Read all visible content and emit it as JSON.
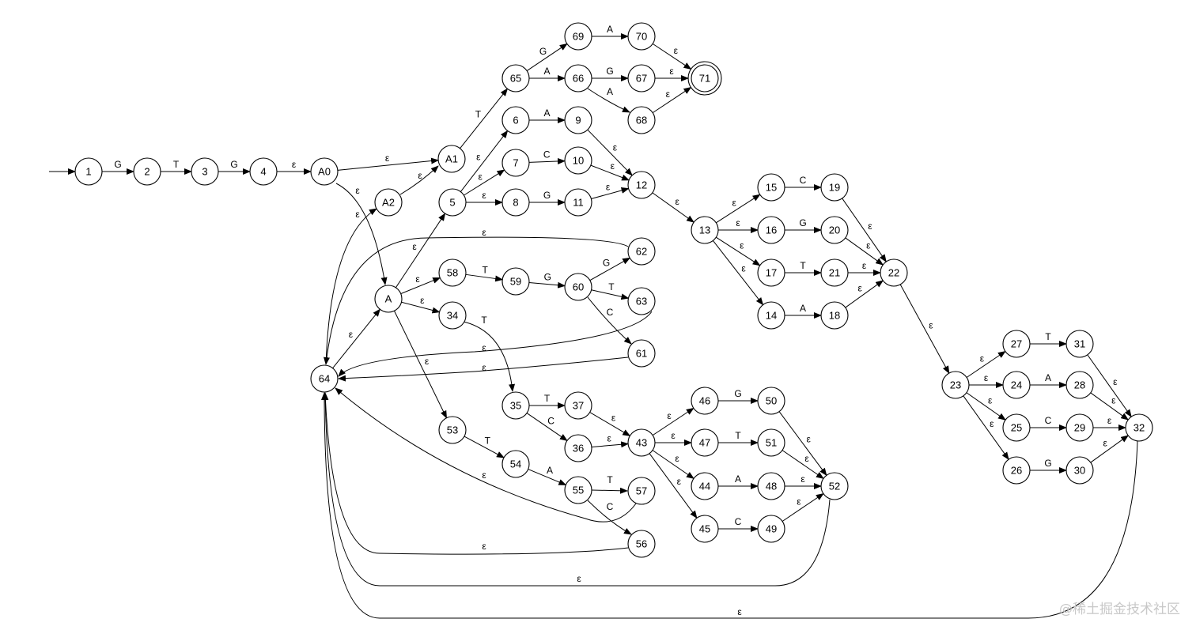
{
  "watermark": "@稀土掘金技术社区",
  "colors": {
    "stroke": "#000000",
    "fill": "#ffffff",
    "watermark": "#c8c8c8"
  },
  "nodes": [
    {
      "id": "1",
      "label": "1"
    },
    {
      "id": "2",
      "label": "2"
    },
    {
      "id": "3",
      "label": "3"
    },
    {
      "id": "4",
      "label": "4"
    },
    {
      "id": "A0",
      "label": "A0"
    },
    {
      "id": "A1",
      "label": "A1"
    },
    {
      "id": "A2",
      "label": "A2"
    },
    {
      "id": "A",
      "label": "A"
    },
    {
      "id": "5",
      "label": "5"
    },
    {
      "id": "6",
      "label": "6"
    },
    {
      "id": "7",
      "label": "7"
    },
    {
      "id": "8",
      "label": "8"
    },
    {
      "id": "9",
      "label": "9"
    },
    {
      "id": "10",
      "label": "10"
    },
    {
      "id": "11",
      "label": "11"
    },
    {
      "id": "12",
      "label": "12"
    },
    {
      "id": "13",
      "label": "13"
    },
    {
      "id": "14",
      "label": "14"
    },
    {
      "id": "15",
      "label": "15"
    },
    {
      "id": "16",
      "label": "16"
    },
    {
      "id": "17",
      "label": "17"
    },
    {
      "id": "18",
      "label": "18"
    },
    {
      "id": "19",
      "label": "19"
    },
    {
      "id": "20",
      "label": "20"
    },
    {
      "id": "21",
      "label": "21"
    },
    {
      "id": "22",
      "label": "22"
    },
    {
      "id": "23",
      "label": "23"
    },
    {
      "id": "24",
      "label": "24"
    },
    {
      "id": "25",
      "label": "25"
    },
    {
      "id": "26",
      "label": "26"
    },
    {
      "id": "27",
      "label": "27"
    },
    {
      "id": "28",
      "label": "28"
    },
    {
      "id": "29",
      "label": "29"
    },
    {
      "id": "30",
      "label": "30"
    },
    {
      "id": "31",
      "label": "31"
    },
    {
      "id": "32",
      "label": "32"
    },
    {
      "id": "34",
      "label": "34"
    },
    {
      "id": "35",
      "label": "35"
    },
    {
      "id": "36",
      "label": "36"
    },
    {
      "id": "37",
      "label": "37"
    },
    {
      "id": "43",
      "label": "43"
    },
    {
      "id": "44",
      "label": "44"
    },
    {
      "id": "45",
      "label": "45"
    },
    {
      "id": "46",
      "label": "46"
    },
    {
      "id": "47",
      "label": "47"
    },
    {
      "id": "48",
      "label": "48"
    },
    {
      "id": "49",
      "label": "49"
    },
    {
      "id": "50",
      "label": "50"
    },
    {
      "id": "51",
      "label": "51"
    },
    {
      "id": "52",
      "label": "52"
    },
    {
      "id": "53",
      "label": "53"
    },
    {
      "id": "54",
      "label": "54"
    },
    {
      "id": "55",
      "label": "55"
    },
    {
      "id": "56",
      "label": "56"
    },
    {
      "id": "57",
      "label": "57"
    },
    {
      "id": "58",
      "label": "58"
    },
    {
      "id": "59",
      "label": "59"
    },
    {
      "id": "60",
      "label": "60"
    },
    {
      "id": "61",
      "label": "61"
    },
    {
      "id": "62",
      "label": "62"
    },
    {
      "id": "63",
      "label": "63"
    },
    {
      "id": "64",
      "label": "64"
    },
    {
      "id": "65",
      "label": "65"
    },
    {
      "id": "66",
      "label": "66"
    },
    {
      "id": "67",
      "label": "67"
    },
    {
      "id": "68",
      "label": "68"
    },
    {
      "id": "69",
      "label": "69"
    },
    {
      "id": "70",
      "label": "70"
    },
    {
      "id": "71",
      "label": "71",
      "accepting": true
    }
  ],
  "edges": [
    {
      "from": "start",
      "to": "1",
      "label": ""
    },
    {
      "from": "1",
      "to": "2",
      "label": "G"
    },
    {
      "from": "2",
      "to": "3",
      "label": "T"
    },
    {
      "from": "3",
      "to": "4",
      "label": "G"
    },
    {
      "from": "4",
      "to": "A0",
      "label": "ε"
    },
    {
      "from": "A0",
      "to": "A1",
      "label": "ε"
    },
    {
      "from": "A0",
      "to": "A",
      "label": "ε"
    },
    {
      "from": "A2",
      "to": "A1",
      "label": "ε"
    },
    {
      "from": "A1",
      "to": "65",
      "label": "T"
    },
    {
      "from": "65",
      "to": "69",
      "label": "G"
    },
    {
      "from": "65",
      "to": "66",
      "label": "A"
    },
    {
      "from": "69",
      "to": "70",
      "label": "A"
    },
    {
      "from": "66",
      "to": "67",
      "label": "G"
    },
    {
      "from": "66",
      "to": "68",
      "label": "A"
    },
    {
      "from": "70",
      "to": "71",
      "label": "ε"
    },
    {
      "from": "67",
      "to": "71",
      "label": "ε"
    },
    {
      "from": "68",
      "to": "71",
      "label": "ε"
    },
    {
      "from": "A",
      "to": "5",
      "label": "ε"
    },
    {
      "from": "5",
      "to": "6",
      "label": "ε"
    },
    {
      "from": "5",
      "to": "7",
      "label": "ε"
    },
    {
      "from": "5",
      "to": "8",
      "label": "ε"
    },
    {
      "from": "6",
      "to": "9",
      "label": "A"
    },
    {
      "from": "7",
      "to": "10",
      "label": "C"
    },
    {
      "from": "8",
      "to": "11",
      "label": "G"
    },
    {
      "from": "9",
      "to": "12",
      "label": "ε"
    },
    {
      "from": "10",
      "to": "12",
      "label": "ε"
    },
    {
      "from": "11",
      "to": "12",
      "label": "ε"
    },
    {
      "from": "12",
      "to": "13",
      "label": "ε"
    },
    {
      "from": "13",
      "to": "15",
      "label": "ε"
    },
    {
      "from": "13",
      "to": "16",
      "label": "ε"
    },
    {
      "from": "13",
      "to": "17",
      "label": "ε"
    },
    {
      "from": "13",
      "to": "14",
      "label": "ε"
    },
    {
      "from": "15",
      "to": "19",
      "label": "C"
    },
    {
      "from": "16",
      "to": "20",
      "label": "G"
    },
    {
      "from": "17",
      "to": "21",
      "label": "T"
    },
    {
      "from": "14",
      "to": "18",
      "label": "A"
    },
    {
      "from": "19",
      "to": "22",
      "label": "ε"
    },
    {
      "from": "20",
      "to": "22",
      "label": "ε"
    },
    {
      "from": "21",
      "to": "22",
      "label": "ε"
    },
    {
      "from": "18",
      "to": "22",
      "label": "ε"
    },
    {
      "from": "22",
      "to": "23",
      "label": "ε"
    },
    {
      "from": "23",
      "to": "27",
      "label": "ε"
    },
    {
      "from": "23",
      "to": "24",
      "label": "ε"
    },
    {
      "from": "23",
      "to": "25",
      "label": "ε"
    },
    {
      "from": "23",
      "to": "26",
      "label": "ε"
    },
    {
      "from": "27",
      "to": "31",
      "label": "T"
    },
    {
      "from": "24",
      "to": "28",
      "label": "A"
    },
    {
      "from": "25",
      "to": "29",
      "label": "C"
    },
    {
      "from": "26",
      "to": "30",
      "label": "G"
    },
    {
      "from": "31",
      "to": "32",
      "label": "ε"
    },
    {
      "from": "28",
      "to": "32",
      "label": "ε"
    },
    {
      "from": "29",
      "to": "32",
      "label": "ε"
    },
    {
      "from": "30",
      "to": "32",
      "label": "ε"
    },
    {
      "from": "32",
      "to": "64",
      "label": "ε"
    },
    {
      "from": "A",
      "to": "58",
      "label": "ε"
    },
    {
      "from": "58",
      "to": "59",
      "label": "T"
    },
    {
      "from": "59",
      "to": "60",
      "label": "G"
    },
    {
      "from": "60",
      "to": "62",
      "label": "G"
    },
    {
      "from": "60",
      "to": "63",
      "label": "T"
    },
    {
      "from": "60",
      "to": "61",
      "label": "C"
    },
    {
      "from": "62",
      "to": "64",
      "label": "ε"
    },
    {
      "from": "63",
      "to": "64",
      "label": "ε"
    },
    {
      "from": "61",
      "to": "64",
      "label": "ε"
    },
    {
      "from": "A",
      "to": "34",
      "label": "ε"
    },
    {
      "from": "34",
      "to": "35",
      "label": "T"
    },
    {
      "from": "35",
      "to": "37",
      "label": "T"
    },
    {
      "from": "35",
      "to": "36",
      "label": "C"
    },
    {
      "from": "37",
      "to": "43",
      "label": "ε"
    },
    {
      "from": "36",
      "to": "43",
      "label": "ε"
    },
    {
      "from": "43",
      "to": "46",
      "label": "ε"
    },
    {
      "from": "43",
      "to": "47",
      "label": "ε"
    },
    {
      "from": "43",
      "to": "44",
      "label": "ε"
    },
    {
      "from": "43",
      "to": "45",
      "label": "ε"
    },
    {
      "from": "46",
      "to": "50",
      "label": "G"
    },
    {
      "from": "47",
      "to": "51",
      "label": "T"
    },
    {
      "from": "44",
      "to": "48",
      "label": "A"
    },
    {
      "from": "45",
      "to": "49",
      "label": "C"
    },
    {
      "from": "50",
      "to": "52",
      "label": "ε"
    },
    {
      "from": "51",
      "to": "52",
      "label": "ε"
    },
    {
      "from": "48",
      "to": "52",
      "label": "ε"
    },
    {
      "from": "49",
      "to": "52",
      "label": "ε"
    },
    {
      "from": "52",
      "to": "64",
      "label": "ε"
    },
    {
      "from": "A",
      "to": "53",
      "label": "ε"
    },
    {
      "from": "53",
      "to": "54",
      "label": "T"
    },
    {
      "from": "54",
      "to": "55",
      "label": "A"
    },
    {
      "from": "55",
      "to": "57",
      "label": "T"
    },
    {
      "from": "55",
      "to": "56",
      "label": "C"
    },
    {
      "from": "57",
      "to": "64",
      "label": "ε"
    },
    {
      "from": "56",
      "to": "64",
      "label": "ε"
    },
    {
      "from": "64",
      "to": "A",
      "label": "ε"
    },
    {
      "from": "64",
      "to": "A2",
      "label": "ε"
    }
  ]
}
